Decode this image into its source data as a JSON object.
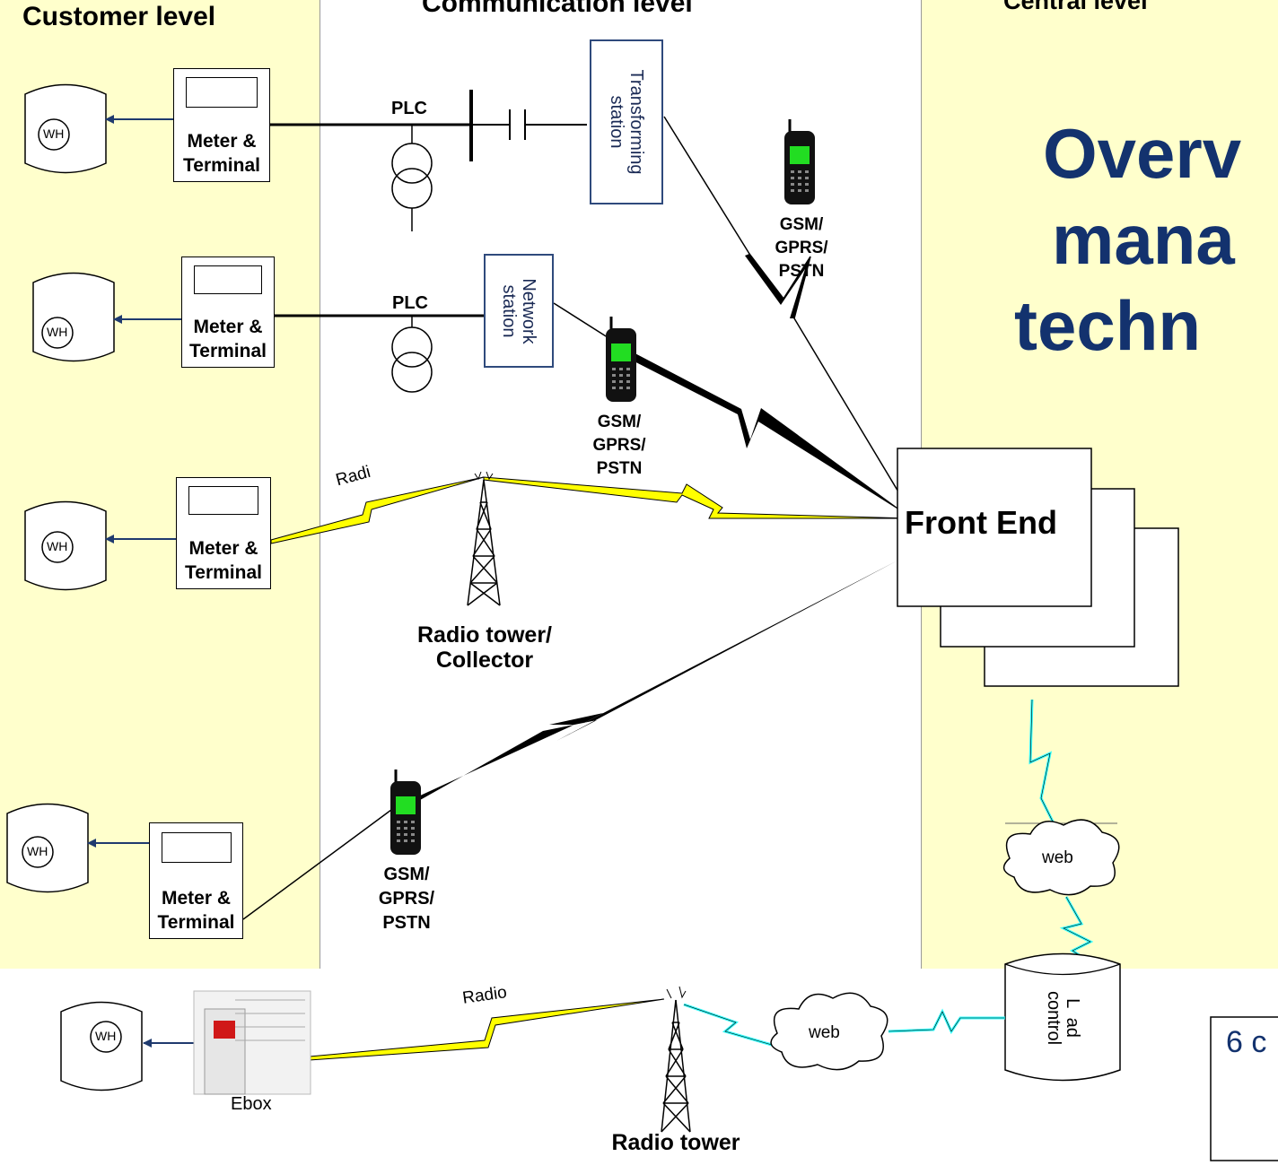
{
  "levels": {
    "customer": "Customer level",
    "communication": "Communication level",
    "central": "Central level"
  },
  "title_lines": [
    "Overv",
    "mana",
    "techn"
  ],
  "meter_label": "Meter &\nTerminal",
  "wh_label": "WH",
  "plc_label": "PLC",
  "transforming_station": "Transforming\nstation",
  "network_station": "Network\nstation",
  "gsm_label": "GSM/\nGPRS/\nPSTN",
  "radio_label_1": "Radi",
  "radio_label_2": "Radio",
  "radio_tower_collector": "Radio tower/\nCollector",
  "radio_tower": "Radio tower",
  "front_end": "Front End",
  "web_label": "web",
  "load_control": "L  ad\ncontrol",
  "ebox_label": "Ebox",
  "page_number": "6 c",
  "colors": {
    "panel_yellow": "#ffffcc",
    "title_blue": "#13326e",
    "radio_yellow": "#ffff00",
    "web_cyan": "#33ffff",
    "arrow_blue": "#1f3a6e",
    "station_border": "#2f4a7c"
  }
}
